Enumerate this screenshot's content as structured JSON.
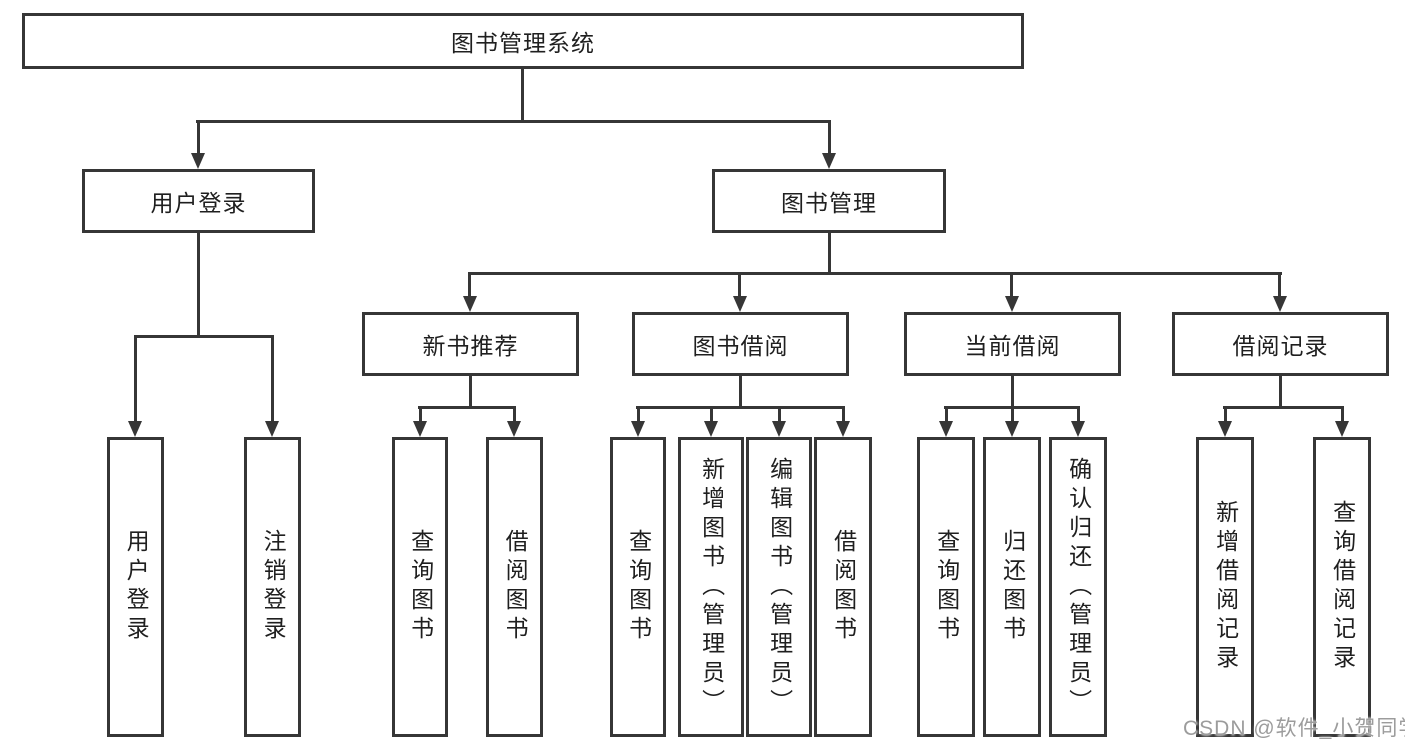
{
  "diagram_type": "tree",
  "colors": {
    "line": "#363636",
    "text": "#1f1f1f",
    "box_background": "#ffffff",
    "watermark": "#9c9c9c"
  },
  "nodes": {
    "root": {
      "label": "图书管理系统"
    },
    "user_login_group": {
      "label": "用户登录"
    },
    "book_mgmt": {
      "label": "图书管理"
    },
    "user_login": {
      "label": "用户登录"
    },
    "logout": {
      "label": "注销登录"
    },
    "new_book_rec": {
      "label": "新书推荐"
    },
    "book_borrow": {
      "label": "图书借阅"
    },
    "current_borrow": {
      "label": "当前借阅"
    },
    "borrow_records": {
      "label": "借阅记录"
    },
    "nbr_query_books": {
      "label": "查询图书"
    },
    "nbr_borrow_books": {
      "label": "借阅图书"
    },
    "bb_query_books": {
      "label": "查询图书"
    },
    "bb_add_books": {
      "label": "新增图书（管理员）"
    },
    "bb_edit_books": {
      "label": "编辑图书（管理员）"
    },
    "bb_borrow_books": {
      "label": "借阅图书"
    },
    "cb_query_books": {
      "label": "查询图书"
    },
    "cb_return_books": {
      "label": "归还图书"
    },
    "cb_confirm_return": {
      "label": "确认归还（管理员）"
    },
    "br_add_record": {
      "label": "新增借阅记录"
    },
    "br_query_record": {
      "label": "查询借阅记录"
    }
  },
  "watermark": {
    "text": "CSDN @软件_小贺同学"
  }
}
